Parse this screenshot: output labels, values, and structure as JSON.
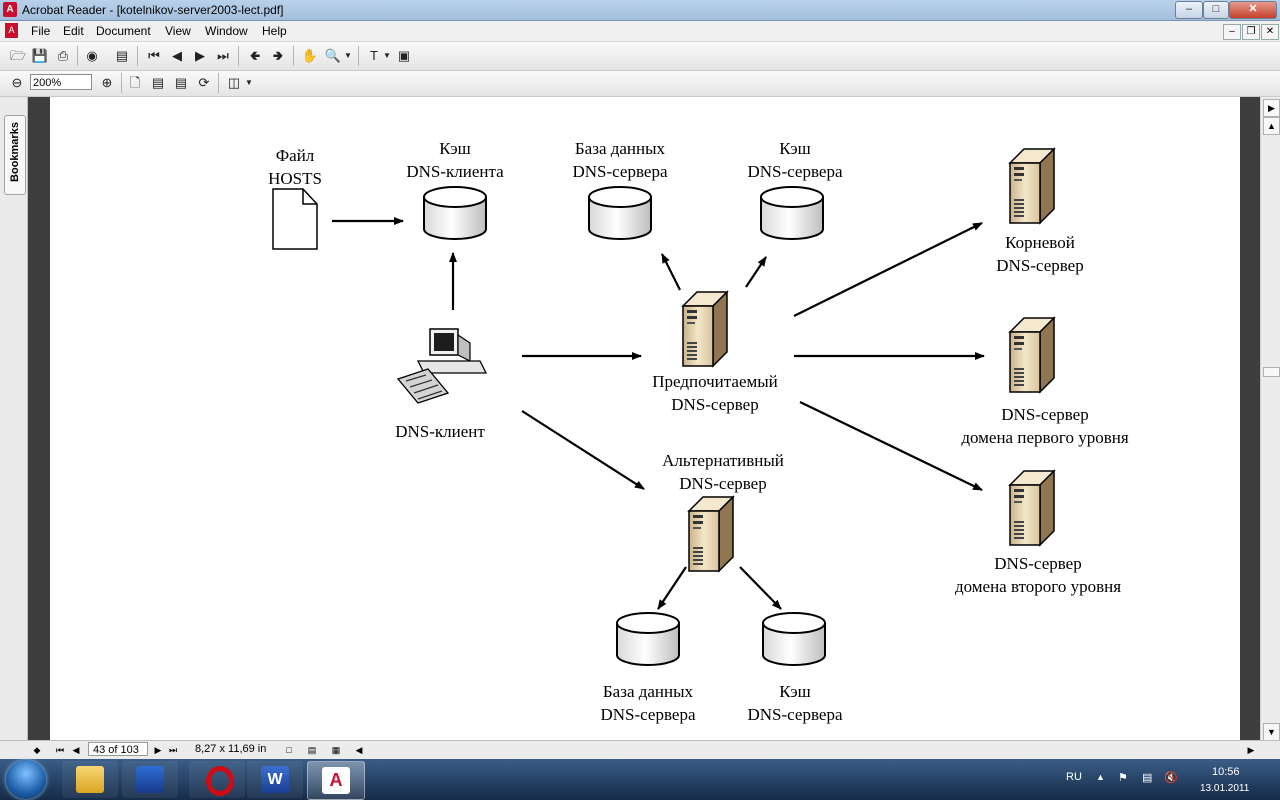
{
  "window": {
    "title": "Acrobat Reader - [kotelnikov-server2003-lect.pdf]"
  },
  "menu": {
    "items": [
      "File",
      "Edit",
      "Document",
      "View",
      "Window",
      "Help"
    ]
  },
  "toolbar": {
    "zoom_value": "200%"
  },
  "nav_panel": {
    "bookmarks_tab": "Bookmarks"
  },
  "status": {
    "page": "43 of 103",
    "page_size": "8,27 x 11,69 in"
  },
  "diagram": {
    "hosts_file": [
      "Файл",
      "HOSTS"
    ],
    "client_cache": [
      "Кэш",
      "DNS-клиента"
    ],
    "pref_db": [
      "База данных",
      "DNS-сервера"
    ],
    "pref_cache": [
      "Кэш",
      "DNS-сервера"
    ],
    "dns_client": "DNS-клиент",
    "preferred_server": [
      "Предпочитаемый",
      "DNS-сервер"
    ],
    "alternate_server": [
      "Альтернативный",
      "DNS-сервер"
    ],
    "alt_db": [
      "База данных",
      "DNS-сервера"
    ],
    "alt_cache": [
      "Кэш",
      "DNS-сервера"
    ],
    "root_server": [
      "Корневой",
      "DNS-сервер"
    ],
    "first_level_server": [
      "DNS-сервер",
      "домена первого уровня"
    ],
    "second_level_server": [
      "DNS-сервер",
      "домена второго уровня"
    ]
  },
  "taskbar": {
    "language": "RU",
    "time": "10:56",
    "date": "13.01.2011"
  }
}
